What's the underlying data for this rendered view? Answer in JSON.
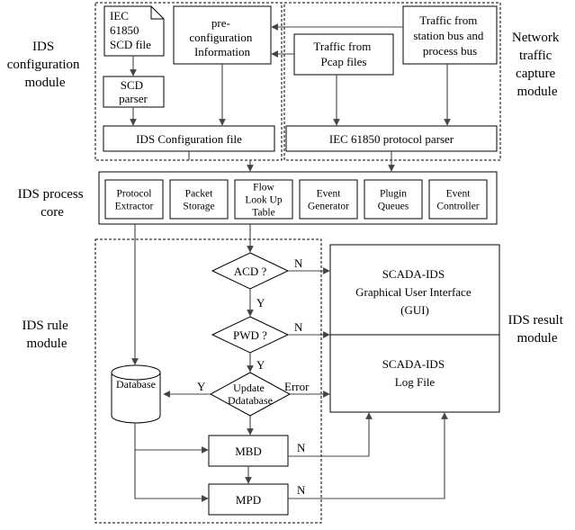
{
  "modules": {
    "config": [
      "IDS",
      "configuration",
      "module"
    ],
    "capture": [
      "Network",
      "traffic",
      "capture",
      "module"
    ],
    "process": [
      "IDS process",
      "core"
    ],
    "rule": [
      "IDS rule",
      "module"
    ],
    "result": [
      "IDS result",
      "module"
    ]
  },
  "boxes": {
    "scd_file": [
      "IEC",
      "61850",
      "SCD file"
    ],
    "preconfig": [
      "pre-",
      "configuration",
      "Information"
    ],
    "pcap": [
      "Traffic from",
      "Pcap files"
    ],
    "station": [
      "Traffic from",
      "station bus and",
      "process bus"
    ],
    "scd_parser": [
      "SCD",
      "parser"
    ],
    "config_file": "IDS Configuration file",
    "protocol_parser": "IEC 61850 protocol parser",
    "core": [
      [
        "Protocol",
        "Extractor"
      ],
      [
        "Packet",
        "Storage"
      ],
      [
        "Flow",
        "Look Up",
        "Table"
      ],
      [
        "Event",
        "Generator"
      ],
      [
        "Plugin",
        "Queues"
      ],
      [
        "Event",
        "Controller"
      ]
    ],
    "gui": [
      "SCADA-IDS",
      "Graphical User Interface",
      "(GUI)"
    ],
    "log": [
      "SCADA-IDS",
      "Log File"
    ],
    "database": "Database",
    "mbd": "MBD",
    "mpd": "MPD"
  },
  "decisions": {
    "acd": "ACD ?",
    "pwd": "PWD ?",
    "update": [
      "Update",
      "Ddatabase"
    ]
  },
  "edge_labels": {
    "acd_no": "N",
    "acd_yes": "Y",
    "pwd_no": "N",
    "pwd_yes": "Y",
    "update_yes": "Y",
    "update_error": "Error",
    "mbd_no": "N",
    "mpd_no": "N"
  }
}
